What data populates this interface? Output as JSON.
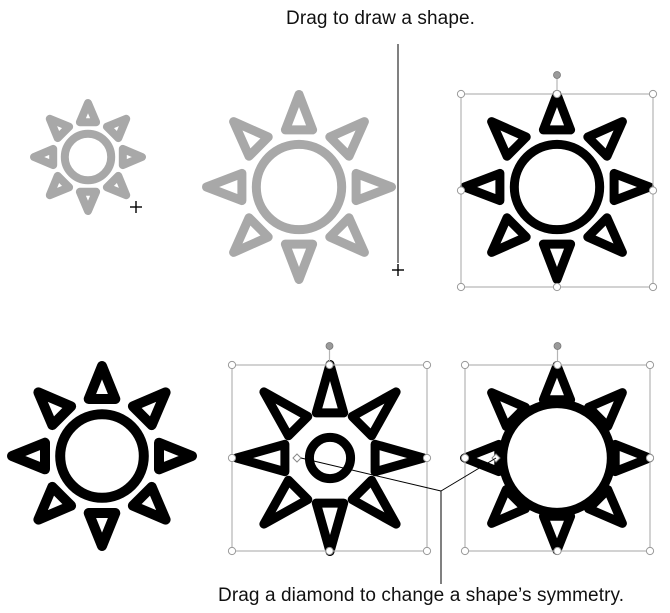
{
  "callouts": {
    "draw_shape": "Drag to draw a shape.",
    "change_symmetry": "Drag a diamond to change a shape’s symmetry."
  },
  "colors": {
    "outline_dark": "#000000",
    "outline_light": "#a8a8a8",
    "selection_box": "#b5b5b5",
    "handle_fill": "#ffffff",
    "rotate_handle": "#9a9a9a"
  },
  "figures": [
    {
      "id": "sun-drawing-small",
      "state": "being-drawn",
      "color": "light",
      "inner_ratio": 0.4,
      "cursor": "crosshair"
    },
    {
      "id": "sun-drawing-large",
      "state": "being-drawn",
      "color": "light",
      "inner_ratio": 0.44,
      "cursor": "crosshair"
    },
    {
      "id": "sun-selected",
      "state": "selected",
      "color": "dark",
      "inner_ratio": 0.44
    },
    {
      "id": "sun-plain",
      "state": "plain",
      "color": "dark",
      "inner_ratio": 0.44
    },
    {
      "id": "sun-small-core",
      "state": "selected",
      "color": "dark",
      "inner_ratio": 0.21,
      "diamond": true
    },
    {
      "id": "sun-large-core",
      "state": "selected",
      "color": "dark",
      "inner_ratio": 0.56,
      "diamond": true
    }
  ]
}
